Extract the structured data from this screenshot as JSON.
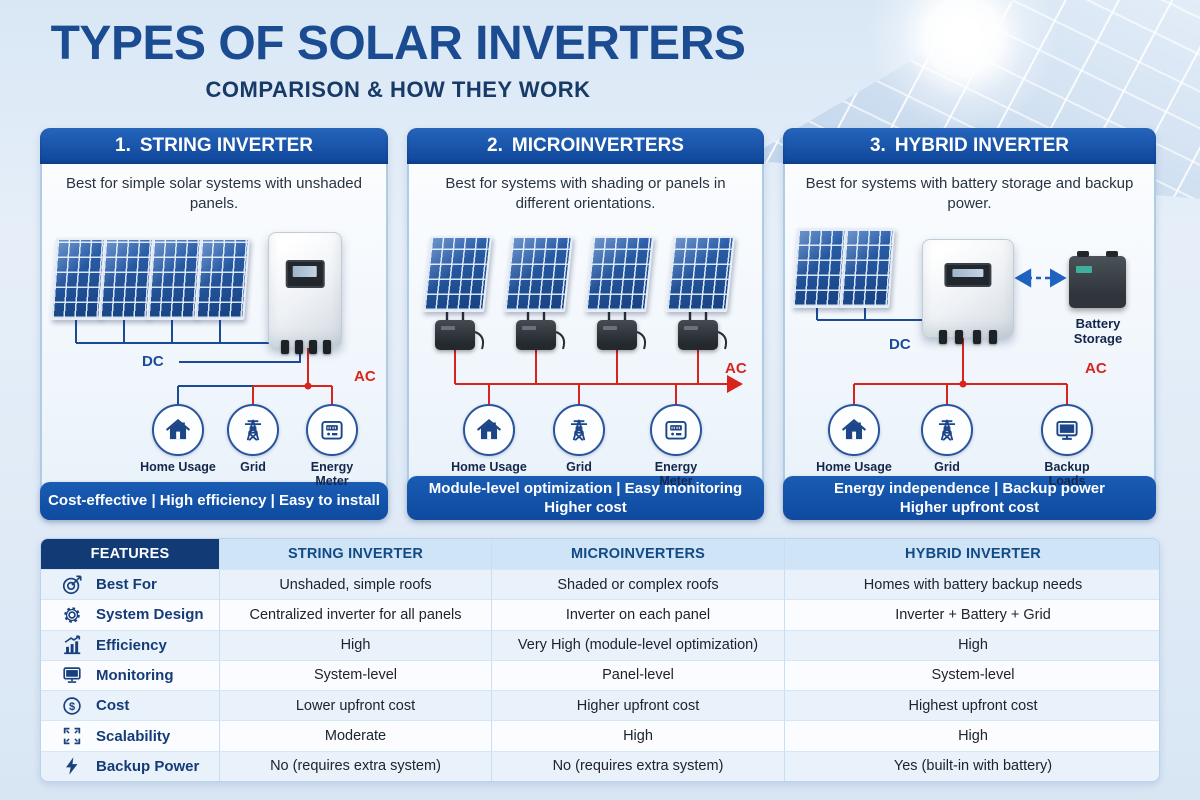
{
  "title": "TYPES OF SOLAR INVERTERS",
  "subtitle": "COMPARISON & HOW THEY WORK",
  "panels": [
    {
      "number": "1.",
      "title": "STRING INVERTER",
      "description": "Best for simple solar systems with unshaded panels.",
      "labels": {
        "dc": "DC",
        "ac": "AC"
      },
      "nodes": [
        {
          "name": "home-usage",
          "label": "Home Usage"
        },
        {
          "name": "grid",
          "label": "Grid"
        },
        {
          "name": "energy-meter",
          "label": "Energy Meter"
        }
      ],
      "banner_lines": [
        "Cost-effective  |  High efficiency  |  Easy to install"
      ]
    },
    {
      "number": "2.",
      "title": "MICROINVERTERS",
      "description": "Best for systems with shading or panels in different orientations.",
      "labels": {
        "ac": "AC"
      },
      "nodes": [
        {
          "name": "home-usage",
          "label": "Home Usage"
        },
        {
          "name": "grid",
          "label": "Grid"
        },
        {
          "name": "energy-meter",
          "label": "Energy Meter"
        }
      ],
      "banner_lines": [
        "Module-level optimization  |  Easy monitoring",
        "Higher cost"
      ]
    },
    {
      "number": "3.",
      "title": "HYBRID INVERTER",
      "description": "Best for systems with battery storage and backup power.",
      "labels": {
        "dc": "DC",
        "ac": "AC",
        "battery": "Battery Storage"
      },
      "nodes": [
        {
          "name": "home-usage",
          "label": "Home Usage"
        },
        {
          "name": "grid",
          "label": "Grid"
        },
        {
          "name": "backup-loads",
          "label": "Backup Loads"
        }
      ],
      "banner_lines": [
        "Energy independence  |  Backup power",
        "Higher upfront cost"
      ]
    }
  ],
  "table": {
    "headers": [
      "FEATURES",
      "STRING INVERTER",
      "MICROINVERTERS",
      "HYBRID INVERTER"
    ],
    "rows": [
      {
        "feature": "Best For",
        "icon": "target-icon",
        "string": "Unshaded, simple roofs",
        "micro": "Shaded or complex roofs",
        "hybrid": "Homes with battery backup needs"
      },
      {
        "feature": "System Design",
        "icon": "gear-icon",
        "string": "Centralized inverter for all panels",
        "micro": "Inverter on each panel",
        "hybrid": "Inverter + Battery + Grid"
      },
      {
        "feature": "Efficiency",
        "icon": "bar-chart-icon",
        "string": "High",
        "micro": "Very High (module-level optimization)",
        "hybrid": "High"
      },
      {
        "feature": "Monitoring",
        "icon": "monitor-icon",
        "string": "System-level",
        "micro": "Panel-level",
        "hybrid": "System-level"
      },
      {
        "feature": "Cost",
        "icon": "dollar-icon",
        "string": "Lower upfront cost",
        "micro": "Higher upfront cost",
        "hybrid": "Highest upfront cost"
      },
      {
        "feature": "Scalability",
        "icon": "expand-icon",
        "string": "Moderate",
        "micro": "High",
        "hybrid": "High"
      },
      {
        "feature": "Backup Power",
        "icon": "lightning-icon",
        "string": "No (requires extra system)",
        "micro": "No (requires extra system)",
        "hybrid": "Yes (built-in with battery)"
      }
    ]
  },
  "colors": {
    "title_navy": "#1b4c92",
    "header_blue": "#11499d",
    "banner_blue": "#0e4aa0",
    "table_header_navy": "#123a75",
    "table_header_light": "#cfe4f7",
    "wire_blue": "#1b4a9b",
    "wire_red": "#d8241c"
  }
}
